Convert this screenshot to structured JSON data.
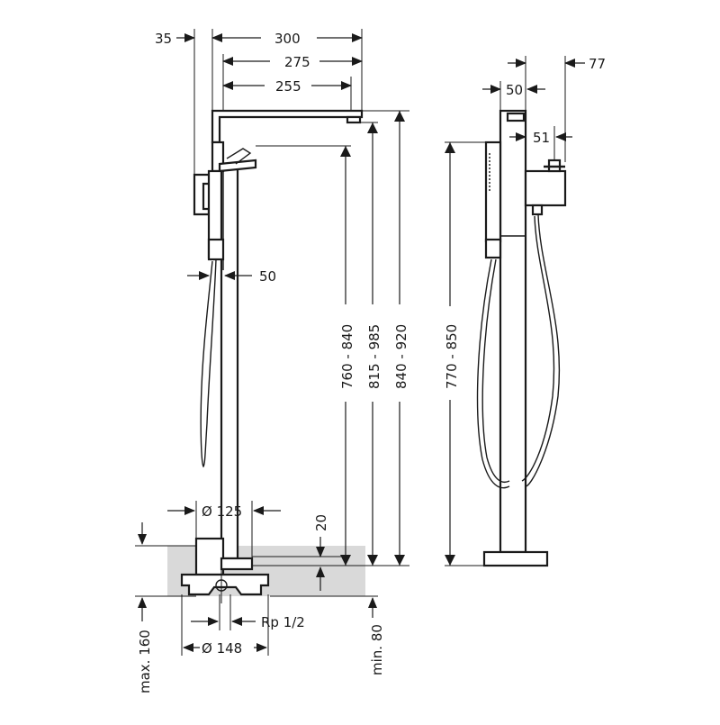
{
  "diagram": {
    "front_view": {
      "dim_35": "35",
      "dim_300": "300",
      "dim_275": "275",
      "dim_255": "255",
      "dim_50": "50",
      "dim_760_840": "760 - 840",
      "dim_815_985": "815 - 985",
      "dim_840_920": "840 - 920",
      "dim_d125": "Ø 125",
      "dim_20": "20",
      "dim_rp12": "Rp 1/2",
      "dim_d148": "Ø 148",
      "dim_max160": "max. 160",
      "dim_min80": "min. 80"
    },
    "side_view": {
      "dim_77": "77",
      "dim_50": "50",
      "dim_51": "51",
      "dim_770_850": "770 - 850"
    },
    "colors": {
      "line": "#1a1a1a",
      "floor_fill": "#d9d9d9",
      "background": "#ffffff"
    }
  }
}
